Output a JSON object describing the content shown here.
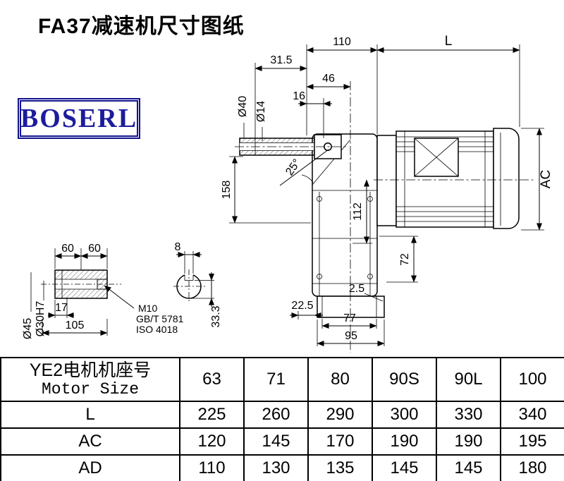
{
  "page": {
    "title": "FA37减速机尺寸图纸",
    "logo_text": "BOSERL"
  },
  "colors": {
    "line": "#000000",
    "logo_blue": "#1c1c9c",
    "logo_border": "#12128e"
  },
  "drawing": {
    "dims": {
      "top_110": "110",
      "top_L": "L",
      "d31_5": "31.5",
      "d46": "46",
      "d16": "16",
      "dia40": "Ø40",
      "dia14": "Ø14",
      "angle25": "25°",
      "d158": "158",
      "d112": "112",
      "ac": "AC",
      "d72": "72",
      "d2_5": "2.5",
      "d22_5": "22.5",
      "d77": "77",
      "d95": "95"
    },
    "shaft_detail": {
      "d60a": "60",
      "d60b": "60",
      "dia45": "Ø45",
      "dia30h7": "Ø30H7",
      "d17": "17",
      "d105": "105",
      "m10": "M10",
      "gbt5781": "GB/T 5781",
      "iso4018": "ISO 4018"
    },
    "key_detail": {
      "d8": "8",
      "d33_3": "33.3"
    }
  },
  "table": {
    "header": {
      "label_cn": "YE2电机机座号",
      "label_en": "Motor Size",
      "sizes": [
        "63",
        "71",
        "80",
        "90S",
        "90L",
        "100"
      ]
    },
    "rows": [
      {
        "label": "L",
        "values": [
          "225",
          "260",
          "290",
          "300",
          "330",
          "340"
        ]
      },
      {
        "label": "AC",
        "values": [
          "120",
          "145",
          "170",
          "190",
          "190",
          "195"
        ]
      },
      {
        "label": "AD",
        "values": [
          "110",
          "130",
          "135",
          "145",
          "145",
          "180"
        ]
      }
    ]
  }
}
